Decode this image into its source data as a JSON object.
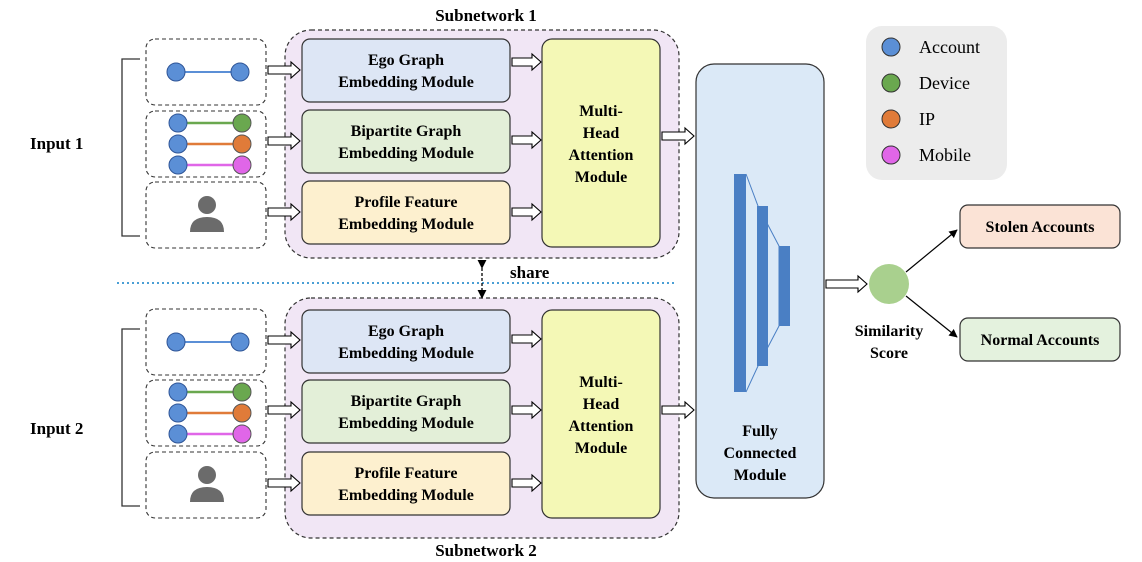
{
  "subnetwork1": {
    "title": "Subnetwork 1",
    "ego": [
      "Ego Graph",
      "Embedding Module"
    ],
    "bipartite": [
      "Bipartite Graph",
      "Embedding Module"
    ],
    "profile": [
      "Profile Feature",
      "Embedding Module"
    ],
    "attention": [
      "Multi-",
      "Head",
      "Attention",
      "Module"
    ]
  },
  "subnetwork2": {
    "title": "Subnetwork 2",
    "ego": [
      "Ego Graph",
      "Embedding Module"
    ],
    "bipartite": [
      "Bipartite Graph",
      "Embedding Module"
    ],
    "profile": [
      "Profile Feature",
      "Embedding Module"
    ],
    "attention": [
      "Multi-",
      "Head",
      "Attention",
      "Module"
    ]
  },
  "inputs": {
    "input1": "Input 1",
    "input2": "Input 2"
  },
  "share_label": "share",
  "fully_connected": [
    "Fully",
    "Connected",
    "Module"
  ],
  "similarity": [
    "Similarity",
    "Score"
  ],
  "outputs": {
    "stolen": "Stolen Accounts",
    "normal": "Normal Accounts"
  },
  "legend": [
    {
      "label": "Account",
      "color": "#5b8fd6"
    },
    {
      "label": "Device",
      "color": "#6aa84f"
    },
    {
      "label": "IP",
      "color": "#e07b39"
    },
    {
      "label": "Mobile",
      "color": "#e066e8"
    }
  ],
  "colors": {
    "subnet_bg": "#f1e6f5",
    "ego_bg": "#dde6f5",
    "bipartite_bg": "#e3efd8",
    "profile_bg": "#fdf0cf",
    "attention_bg": "#f4f8b6",
    "fc_bg": "#dbe9f7",
    "fc_bar": "#4a7fc4",
    "stolen_bg": "#fbe3d6",
    "normal_bg": "#e4f2de",
    "similarity_node": "#a9d08e",
    "legend_bg": "#ececec",
    "share_line": "#4a9fd6",
    "person": "#6b6b6b"
  }
}
